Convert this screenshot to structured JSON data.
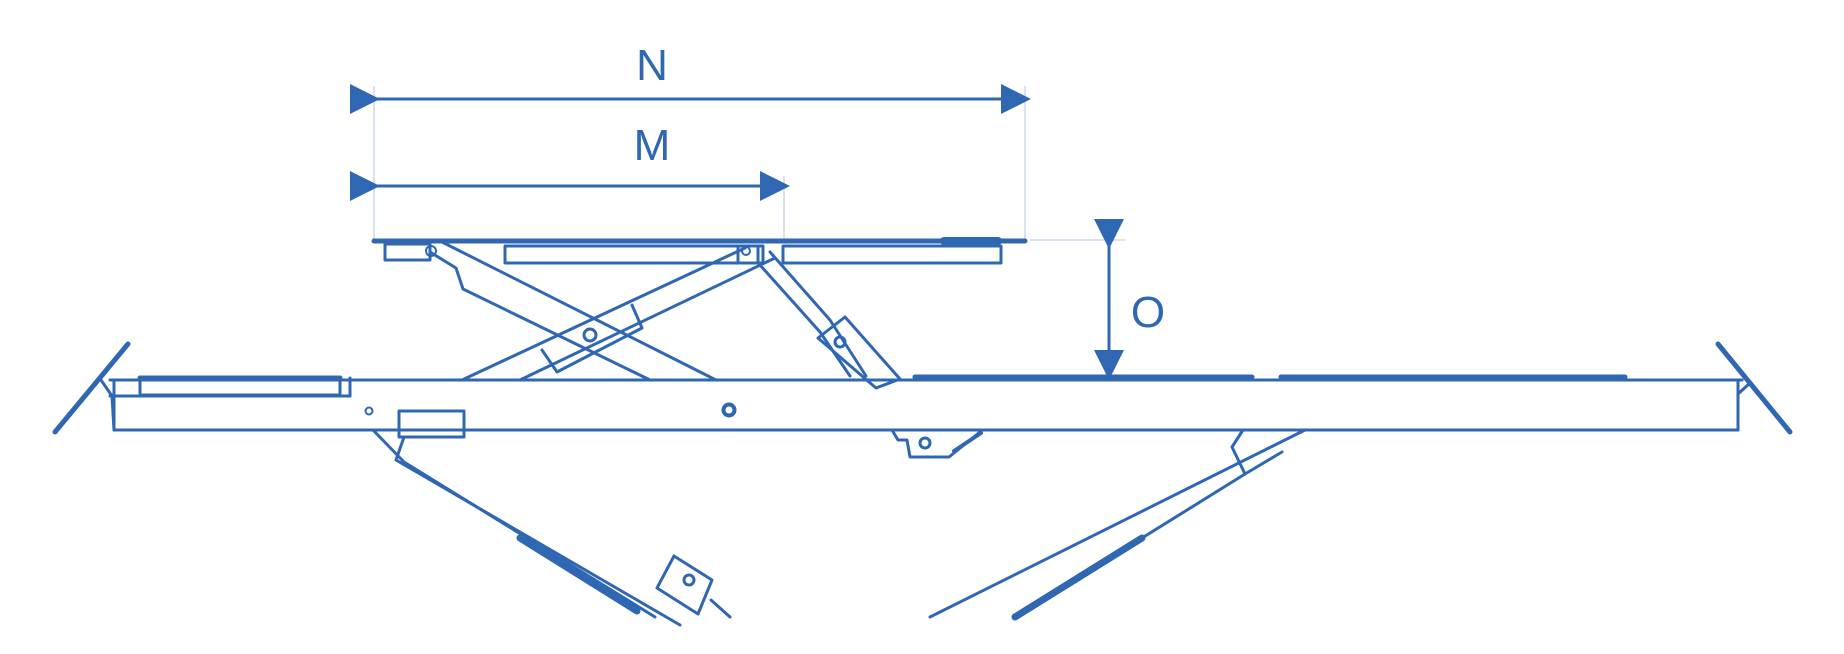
{
  "diagram": {
    "labels": {
      "n": "N",
      "m": "M",
      "o": "O"
    },
    "colors": {
      "line": "#2f67b2",
      "dimension_guide": "#d8e2f0",
      "background": "#ffffff"
    }
  }
}
